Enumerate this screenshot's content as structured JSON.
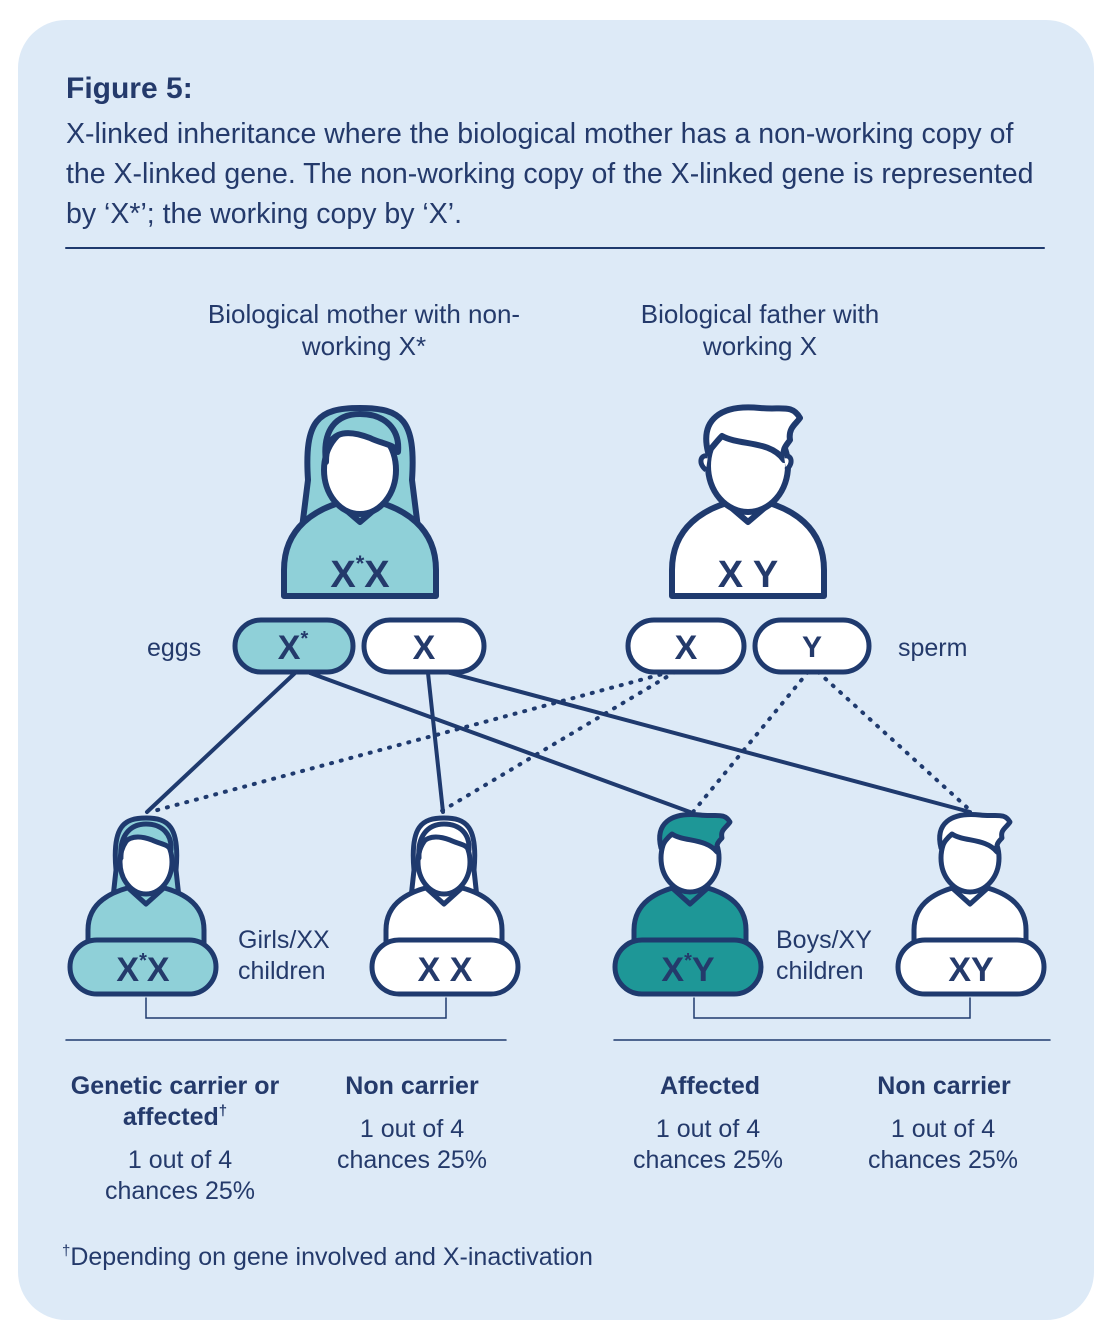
{
  "header": {
    "title": "Figure 5:",
    "caption": "X-linked inheritance where the biological mother has a non-working copy of the X-linked gene. The non-working copy of the X-linked gene is represented by ‘X*’; the working copy by ‘X’."
  },
  "parents": {
    "mother_label": "Biological mother with non-working X*",
    "father_label": "Biological father with working X",
    "mother_genotype": {
      "base": "X",
      "sup": "*",
      "rest": "X"
    },
    "father_genotype": "X Y"
  },
  "gametes": {
    "eggs_label": "eggs",
    "sperm_label": "sperm",
    "egg1": {
      "base": "X",
      "sup": "*"
    },
    "egg2": "X",
    "sperm1": "X",
    "sperm2": "Y"
  },
  "children": {
    "girls_label": "Girls/XX children",
    "boys_label": "Boys/XY children",
    "girl1_genotype": {
      "base": "X",
      "sup": "*",
      "rest": "X"
    },
    "girl2_genotype": "X X",
    "boy1_genotype": {
      "base": "X",
      "sup": "*",
      "rest": "Y"
    },
    "boy2_genotype": "XY"
  },
  "outcomes": {
    "carrier": {
      "label": "Genetic carrier or affected",
      "dagger": "†",
      "chance": "1 out of 4 chances  25%"
    },
    "girl_non_carrier": {
      "label": "Non carrier",
      "chance": "1 out of 4 chances  25%"
    },
    "affected": {
      "label": "Affected",
      "chance": "1 out of 4 chances  25%"
    },
    "boy_non_carrier": {
      "label": "Non carrier",
      "chance": "1 out of 4 chances  25%"
    }
  },
  "footnote": {
    "dagger": "†",
    "text": "Depending on gene involved and X-inactivation"
  },
  "colors": {
    "background": "#ddeaf7",
    "outline": "#1f3a6e",
    "carrier_fill": "#8fd0d8",
    "affected_fill": "#1e9797",
    "plain_fill": "#ffffff"
  }
}
